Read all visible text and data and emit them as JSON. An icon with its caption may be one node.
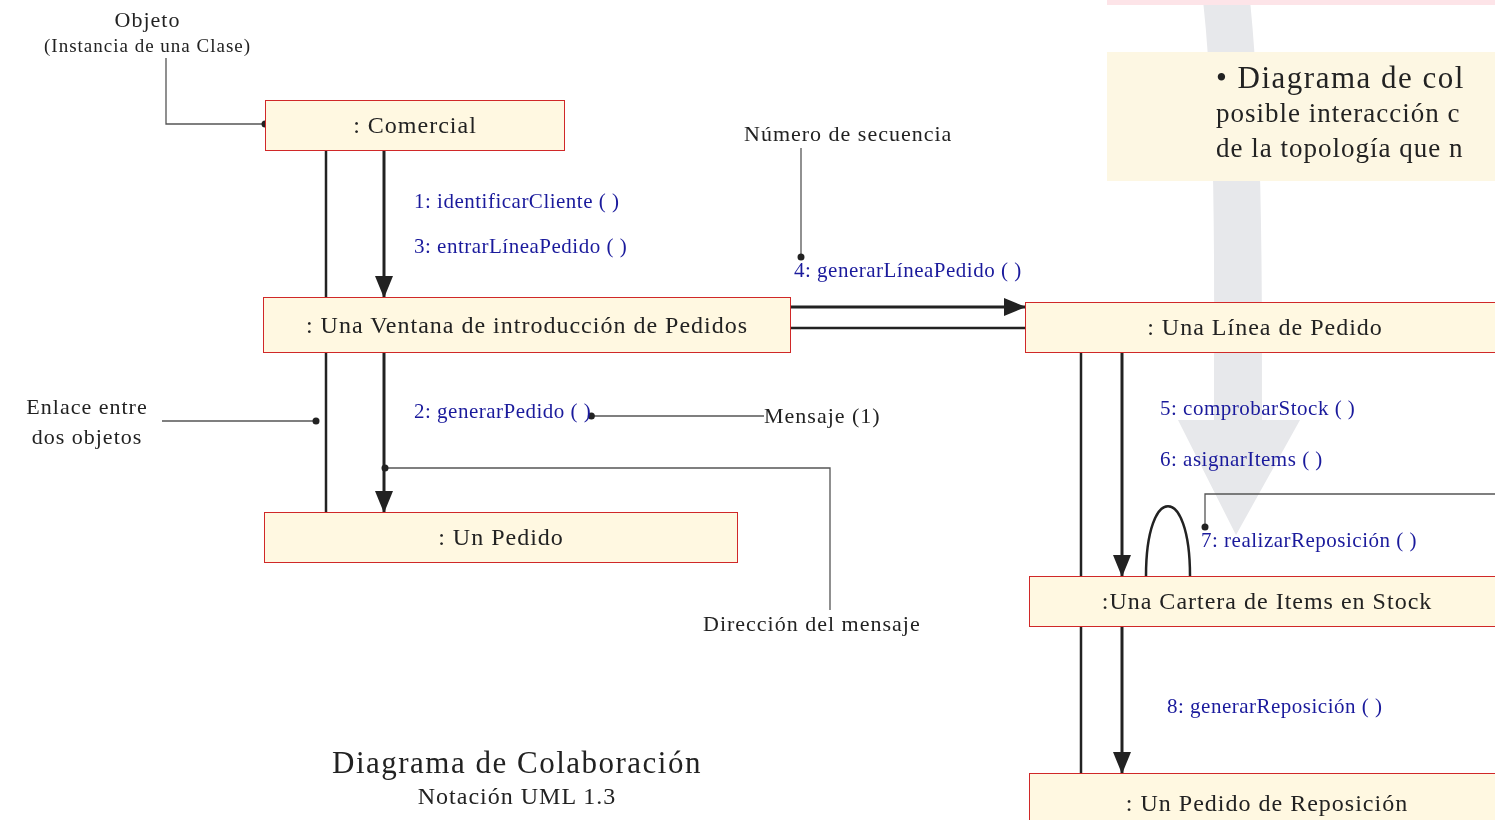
{
  "diagram": {
    "title": "Diagrama de Colaboración",
    "caption": "Notación UML 1.3",
    "nodes": [
      {
        "text": [
          ": Comercial"
        ]
      },
      {
        "text": [
          ": Una Ventana de introducción de Pedidos"
        ]
      },
      {
        "text": [
          ": Un Pedido"
        ]
      },
      {
        "text": [
          ": Una Línea de Pedido"
        ]
      },
      {
        "text": [
          ":Una Cartera de Items en Stock"
        ]
      },
      {
        "text": [
          ": Un Pedido de Reposición"
        ]
      },
      {
        "text": [
          "• Diagrama de col",
          "posible interacción c de la topología que n"
        ]
      },
      {
        "text": [
          "Objeto",
          "(Instancia de una Clase)"
        ]
      },
      {
        "text": [
          "Número de secuencia"
        ]
      },
      {
        "text": [
          "4: generarLíneaPedido ( )"
        ]
      },
      {
        "text": [
          "Enlace entre dos objetos"
        ]
      },
      {
        "text": [
          "2: generarPedido ( )"
        ]
      },
      {
        "text": [
          "Mensaje (1)"
        ]
      },
      {
        "text": [
          "Dirección del mensaje"
        ]
      },
      {
        "text": [
          "7: realizarReposición ( )"
        ]
      }
    ],
    "edges": [
      {
        "from": 0,
        "to": 1,
        "arrow": "none"
      },
      {
        "from": 1,
        "to": 2,
        "arrow": "none"
      },
      {
        "from": 1,
        "to": 3,
        "arrow": "none"
      },
      {
        "from": 3,
        "to": 4,
        "arrow": "none"
      },
      {
        "from": 4,
        "to": 4,
        "arrow": "none"
      },
      {
        "from": 4,
        "to": 5,
        "arrow": "none"
      },
      {
        "from": 7,
        "to": 0,
        "arrow": "other"
      },
      {
        "from": 8,
        "to": 9,
        "arrow": "other"
      },
      {
        "from": 10,
        "to": null,
        "arrow": "other"
      },
      {
        "from": 12,
        "to": 11,
        "arrow": "other"
      },
      {
        "from": 13,
        "to": null,
        "arrow": "other"
      },
      {
        "from": null,
        "to": 14,
        "arrow": "other"
      },
      {
        "from": 0,
        "to": 1,
        "arrow": "to"
      },
      {
        "from": 1,
        "to": 2,
        "arrow": "to"
      },
      {
        "from": 1,
        "to": 3,
        "arrow": "to"
      },
      {
        "from": 3,
        "to": 4,
        "arrow": "to"
      },
      {
        "from": 4,
        "to": 5,
        "arrow": "to"
      }
    ],
    "labels": [
      "1: identificarCliente ( )",
      "3: entrarLíneaPedido ( )",
      "5: comprobarStock ( )",
      "6: asignarItems ( )",
      "8: generarReposición ( )"
    ]
  }
}
